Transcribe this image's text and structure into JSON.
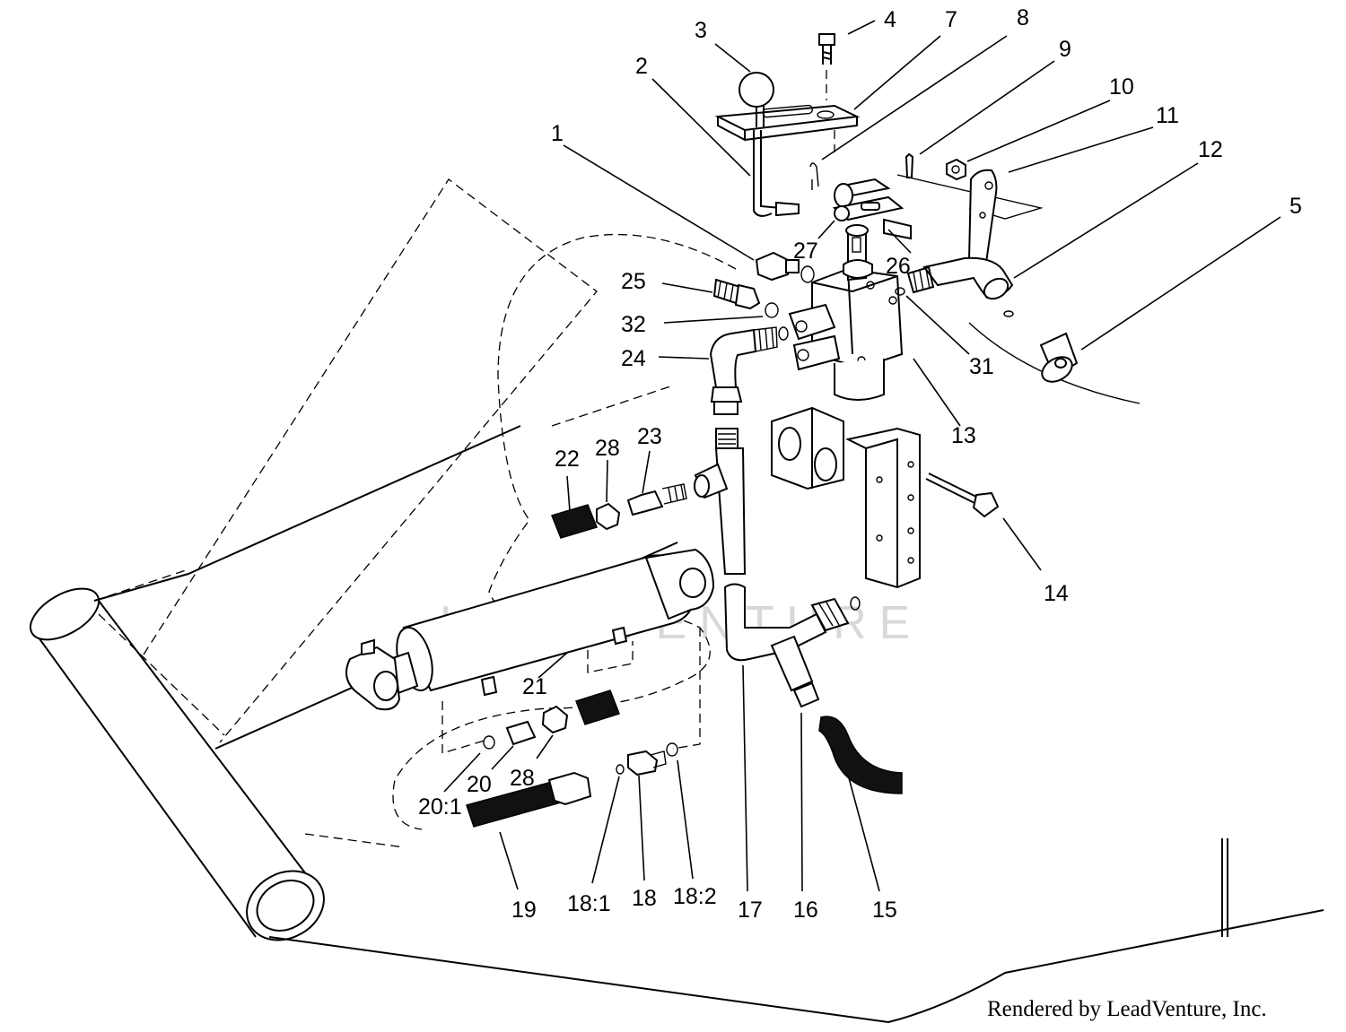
{
  "watermark": "LEADVENTURE",
  "footer": "Rendered by LeadVenture, Inc.",
  "callouts": {
    "c1": "1",
    "c2": "2",
    "c3": "3",
    "c4": "4",
    "c5": "5",
    "c7": "7",
    "c8": "8",
    "c9": "9",
    "c10": "10",
    "c11": "11",
    "c12": "12",
    "c13": "13",
    "c14": "14",
    "c15": "15",
    "c16": "16",
    "c17": "17",
    "c18": "18",
    "c18_1": "18:1",
    "c18_2": "18:2",
    "c19": "19",
    "c20": "20",
    "c20_1": "20:1",
    "c21": "21",
    "c22": "22",
    "c23": "23",
    "c24": "24",
    "c25": "25",
    "c26": "26",
    "c27": "27",
    "c28a": "28",
    "c28b": "28",
    "c31": "31",
    "c32": "32"
  }
}
